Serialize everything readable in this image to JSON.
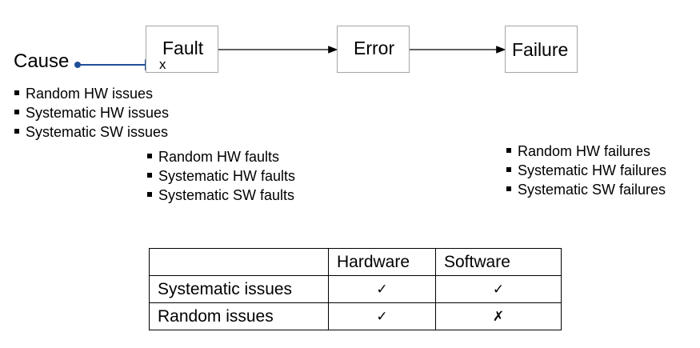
{
  "diagram": {
    "cause": "Cause",
    "cause_marker": "x",
    "stages": [
      "Fault",
      "Error",
      "Failure"
    ]
  },
  "lists": {
    "causes": [
      "Random HW issues",
      "Systematic HW issues",
      "Systematic SW issues"
    ],
    "faults": [
      "Random HW faults",
      "Systematic HW faults",
      "Systematic SW faults"
    ],
    "failures": [
      "Random HW failures",
      "Systematic HW failures",
      "Systematic SW failures"
    ]
  },
  "table": {
    "headers": [
      "",
      "Hardware",
      "Software"
    ],
    "rows": [
      [
        "Systematic issues",
        "✓",
        "✓"
      ],
      [
        "Random issues",
        "✓",
        "✗"
      ]
    ]
  },
  "colors": {
    "cause_arrow": "#1f4e9a",
    "box_border": "#a6a6a6"
  }
}
